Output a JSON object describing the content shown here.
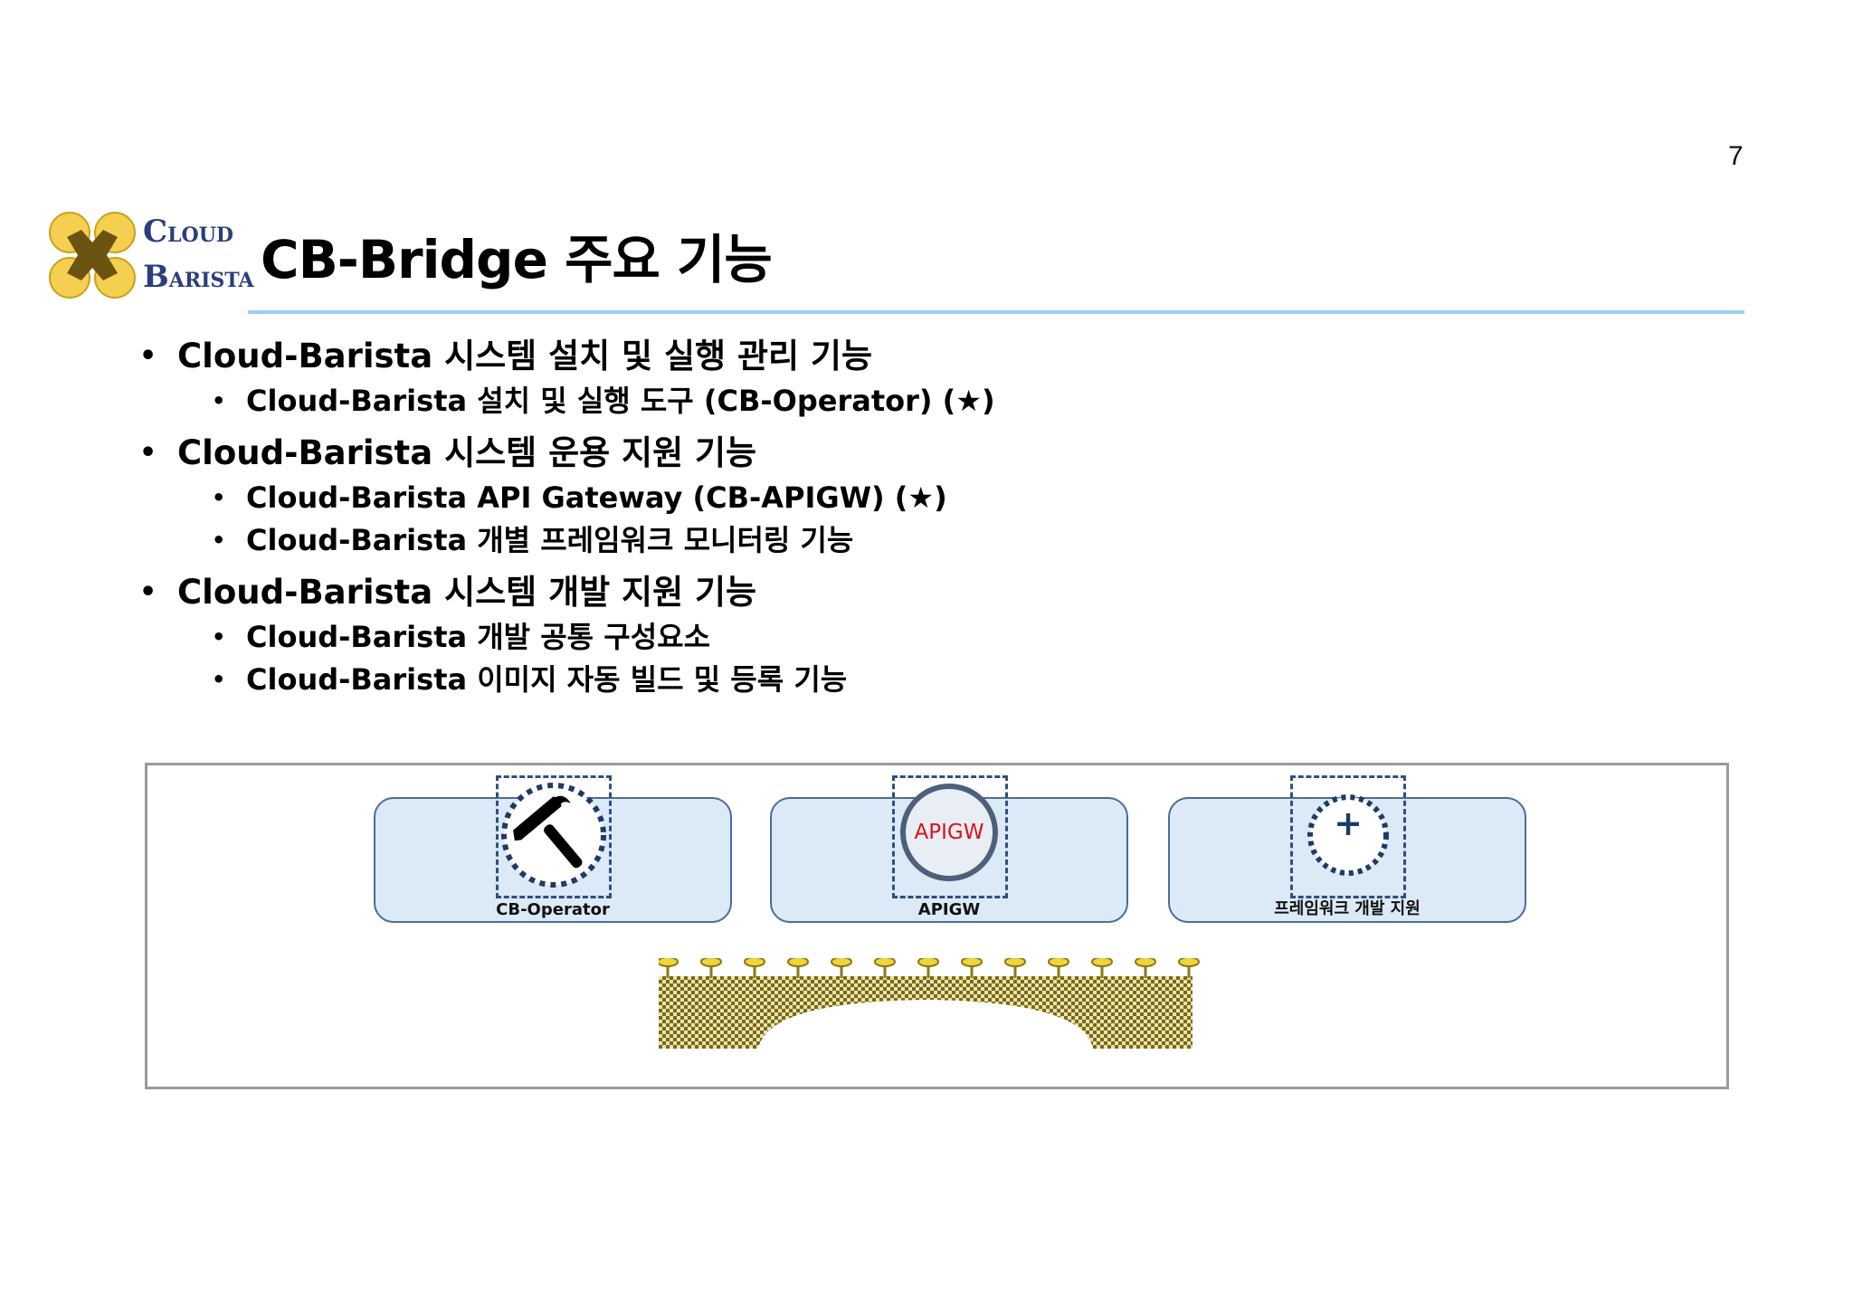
{
  "page_number": "7",
  "logo": {
    "line1_cap": "C",
    "line1_rest": "LOUD",
    "line2_cap": "B",
    "line2_rest": "ARISTA"
  },
  "title": "CB-Bridge 주요 기능",
  "bullets": [
    {
      "text": "Cloud-Barista 시스템 설치 및 실행 관리 기능",
      "sub": [
        "Cloud-Barista 설치 및 실행 도구 (CB-Operator) (★)"
      ]
    },
    {
      "text": "Cloud-Barista 시스템 운용 지원 기능",
      "sub": [
        "Cloud-Barista API Gateway (CB-APIGW) (★)",
        "Cloud-Barista 개별 프레임워크 모니터링 기능"
      ]
    },
    {
      "text": "Cloud-Barista 시스템 개발 지원 기능",
      "sub": [
        "Cloud-Barista 개발 공통 구성요소",
        "Cloud-Barista 이미지 자동 빌드 및 등록 기능"
      ]
    }
  ],
  "diagram": {
    "cards": [
      {
        "label": "CB-Operator",
        "icon": "hammer-icon"
      },
      {
        "label": "APIGW",
        "icon_text": "APIGW"
      },
      {
        "label": "프레임워크 개발 지원",
        "icon_text": "+"
      }
    ],
    "colors": {
      "card_fill": "#dce9f7",
      "card_border": "#4a6d9a",
      "dashed_border": "#2f4f84",
      "apigw_text": "#e0101a",
      "bridge_gold": "#8a7a14",
      "bridge_pin": "#f2d33a"
    }
  }
}
